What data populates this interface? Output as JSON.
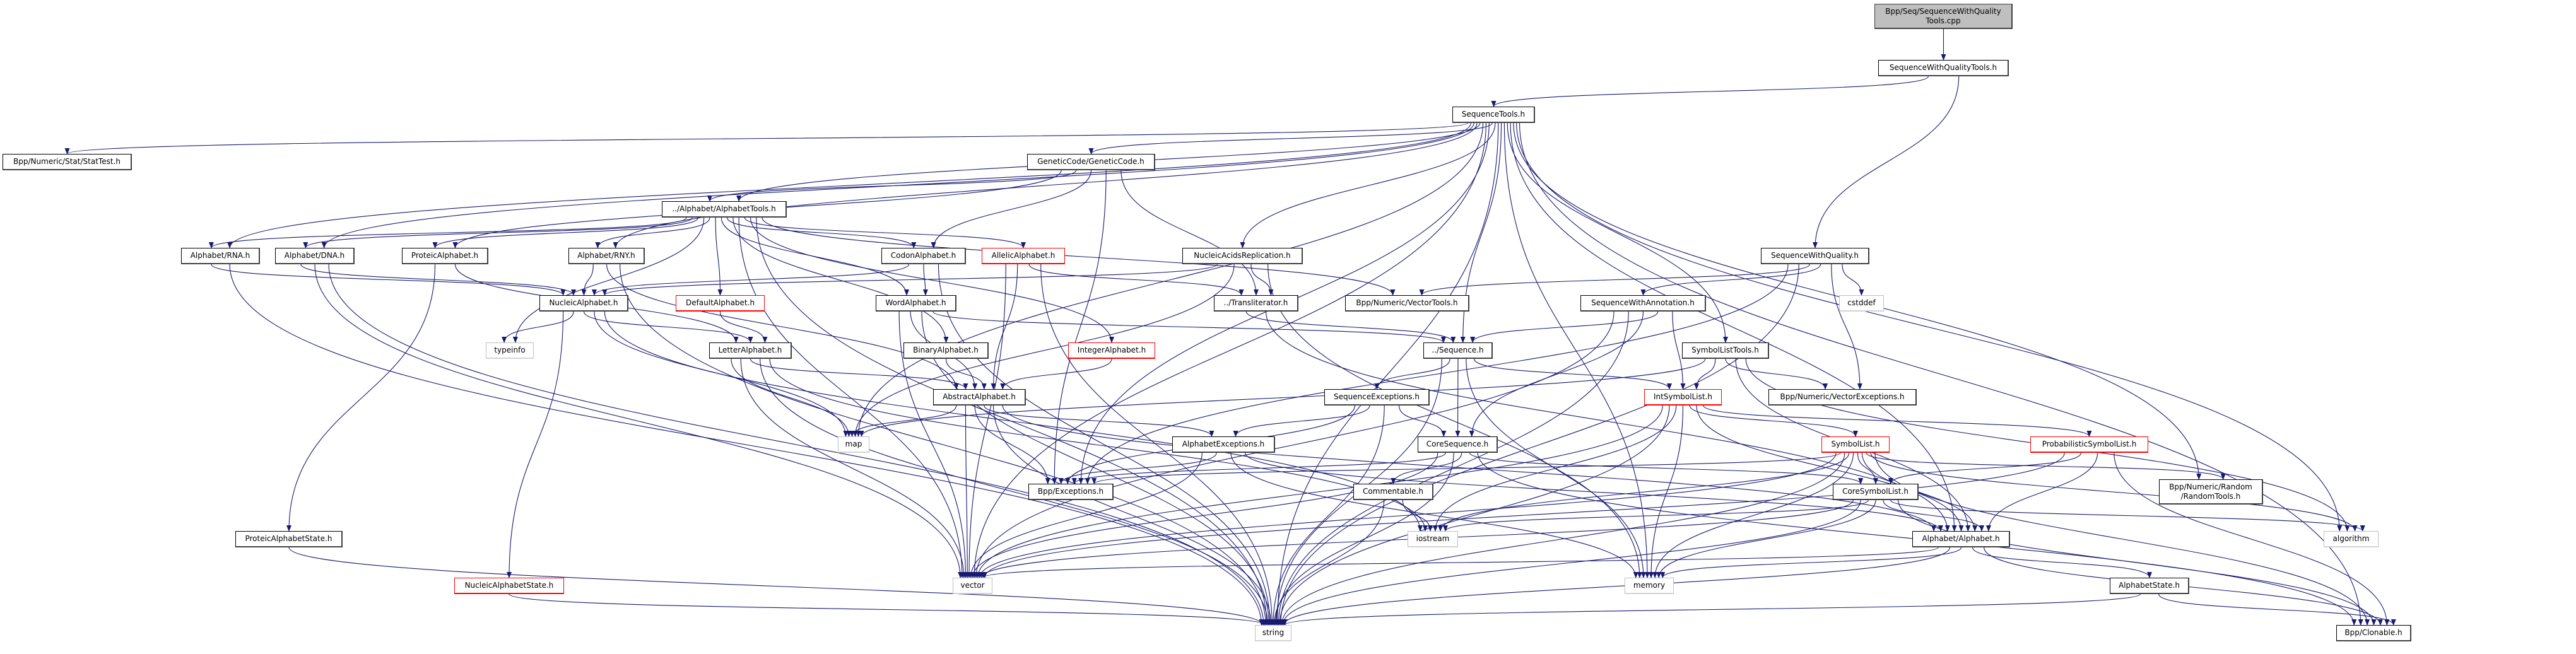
{
  "graph": {
    "edge_color": "#191970",
    "nodes": [
      {
        "id": "root",
        "label": "Bpp/Seq/SequenceWithQuality\nTools.cpp",
        "style": "root"
      },
      {
        "id": "swqt",
        "label": "SequenceWithQualityTools.h",
        "style": "normal"
      },
      {
        "id": "seqtools",
        "label": "SequenceTools.h",
        "style": "normal"
      },
      {
        "id": "stattest",
        "label": "Bpp/Numeric/Stat/StatTest.h",
        "style": "normal"
      },
      {
        "id": "gencode",
        "label": "GeneticCode/GeneticCode.h",
        "style": "normal"
      },
      {
        "id": "alphtools",
        "label": "../Alphabet/AlphabetTools.h",
        "style": "normal"
      },
      {
        "id": "rna",
        "label": "Alphabet/RNA.h",
        "style": "normal"
      },
      {
        "id": "dna",
        "label": "Alphabet/DNA.h",
        "style": "normal"
      },
      {
        "id": "proteic",
        "label": "ProteicAlphabet.h",
        "style": "normal"
      },
      {
        "id": "rny",
        "label": "Alphabet/RNY.h",
        "style": "normal"
      },
      {
        "id": "codon",
        "label": "CodonAlphabet.h",
        "style": "normal"
      },
      {
        "id": "allelic",
        "label": "AllelicAlphabet.h",
        "style": "red"
      },
      {
        "id": "nar",
        "label": "NucleicAcidsReplication.h",
        "style": "normal"
      },
      {
        "id": "swq",
        "label": "SequenceWithQuality.h",
        "style": "normal"
      },
      {
        "id": "nucleic",
        "label": "NucleicAlphabet.h",
        "style": "normal"
      },
      {
        "id": "default",
        "label": "DefaultAlphabet.h",
        "style": "red"
      },
      {
        "id": "word",
        "label": "WordAlphabet.h",
        "style": "normal"
      },
      {
        "id": "translit",
        "label": "../Transliterator.h",
        "style": "normal"
      },
      {
        "id": "vectools",
        "label": "Bpp/Numeric/VectorTools.h",
        "style": "normal"
      },
      {
        "id": "swa",
        "label": "SequenceWithAnnotation.h",
        "style": "normal"
      },
      {
        "id": "cstddef",
        "label": "cstddef",
        "style": "sys"
      },
      {
        "id": "typeinfo",
        "label": "typeinfo",
        "style": "sys"
      },
      {
        "id": "letter",
        "label": "LetterAlphabet.h",
        "style": "normal"
      },
      {
        "id": "binary",
        "label": "BinaryAlphabet.h",
        "style": "normal"
      },
      {
        "id": "integer",
        "label": "IntegerAlphabet.h",
        "style": "red"
      },
      {
        "id": "sequence",
        "label": "../Sequence.h",
        "style": "normal"
      },
      {
        "id": "sltools",
        "label": "SymbolListTools.h",
        "style": "normal"
      },
      {
        "id": "abstract",
        "label": "AbstractAlphabet.h",
        "style": "normal"
      },
      {
        "id": "seqexc",
        "label": "SequenceExceptions.h",
        "style": "normal"
      },
      {
        "id": "intsl",
        "label": "IntSymbolList.h",
        "style": "red"
      },
      {
        "id": "vecexc",
        "label": "Bpp/Numeric/VectorExceptions.h",
        "style": "normal"
      },
      {
        "id": "map",
        "label": "map",
        "style": "sys"
      },
      {
        "id": "alphexc",
        "label": "AlphabetExceptions.h",
        "style": "normal"
      },
      {
        "id": "coreseq",
        "label": "CoreSequence.h",
        "style": "normal"
      },
      {
        "id": "symlist",
        "label": "SymbolList.h",
        "style": "red"
      },
      {
        "id": "probsl",
        "label": "ProbabilisticSymbolList.h",
        "style": "red"
      },
      {
        "id": "exceptions",
        "label": "Bpp/Exceptions.h",
        "style": "normal"
      },
      {
        "id": "comment",
        "label": "Commentable.h",
        "style": "normal"
      },
      {
        "id": "coresl",
        "label": "CoreSymbolList.h",
        "style": "normal"
      },
      {
        "id": "random",
        "label": "Bpp/Numeric/Random\n/RandomTools.h",
        "style": "normal"
      },
      {
        "id": "pastate",
        "label": "ProteicAlphabetState.h",
        "style": "normal"
      },
      {
        "id": "iostream",
        "label": "iostream",
        "style": "sys"
      },
      {
        "id": "alphabet",
        "label": "Alphabet/Alphabet.h",
        "style": "normal"
      },
      {
        "id": "algorithm",
        "label": "algorithm",
        "style": "sys"
      },
      {
        "id": "nastate",
        "label": "NucleicAlphabetState.h",
        "style": "red"
      },
      {
        "id": "vector",
        "label": "vector",
        "style": "sys"
      },
      {
        "id": "memory",
        "label": "memory",
        "style": "sys"
      },
      {
        "id": "astate",
        "label": "AlphabetState.h",
        "style": "normal"
      },
      {
        "id": "string",
        "label": "string",
        "style": "sys"
      },
      {
        "id": "clonable",
        "label": "Bpp/Clonable.h",
        "style": "normal"
      }
    ],
    "edges": [
      [
        "root",
        "swqt"
      ],
      [
        "swqt",
        "seqtools"
      ],
      [
        "swqt",
        "swq"
      ],
      [
        "seqtools",
        "stattest"
      ],
      [
        "seqtools",
        "rna"
      ],
      [
        "seqtools",
        "dna"
      ],
      [
        "seqtools",
        "rny"
      ],
      [
        "seqtools",
        "gencode"
      ],
      [
        "seqtools",
        "alphtools"
      ],
      [
        "seqtools",
        "nar"
      ],
      [
        "seqtools",
        "sequence"
      ],
      [
        "seqtools",
        "sltools"
      ],
      [
        "seqtools",
        "random"
      ],
      [
        "seqtools",
        "alphabet"
      ],
      [
        "seqtools",
        "algorithm"
      ],
      [
        "seqtools",
        "string"
      ],
      [
        "seqtools",
        "vector"
      ],
      [
        "seqtools",
        "map"
      ],
      [
        "seqtools",
        "memory"
      ],
      [
        "seqtools",
        "exceptions"
      ],
      [
        "seqtools",
        "clonable"
      ],
      [
        "gencode",
        "alphtools"
      ],
      [
        "gencode",
        "proteic"
      ],
      [
        "gencode",
        "codon"
      ],
      [
        "gencode",
        "translit"
      ],
      [
        "gencode",
        "exceptions"
      ],
      [
        "alphtools",
        "rna"
      ],
      [
        "alphtools",
        "dna"
      ],
      [
        "alphtools",
        "proteic"
      ],
      [
        "alphtools",
        "rny"
      ],
      [
        "alphtools",
        "codon"
      ],
      [
        "alphtools",
        "allelic"
      ],
      [
        "alphtools",
        "default"
      ],
      [
        "alphtools",
        "word"
      ],
      [
        "alphtools",
        "binary"
      ],
      [
        "alphtools",
        "integer"
      ],
      [
        "alphtools",
        "typeinfo"
      ],
      [
        "alphtools",
        "vectools"
      ],
      [
        "alphtools",
        "string"
      ],
      [
        "alphtools",
        "vector"
      ],
      [
        "rna",
        "nucleic"
      ],
      [
        "rna",
        "string"
      ],
      [
        "dna",
        "nucleic"
      ],
      [
        "dna",
        "string"
      ],
      [
        "dna",
        "vector"
      ],
      [
        "proteic",
        "letter"
      ],
      [
        "proteic",
        "pastate"
      ],
      [
        "rny",
        "nucleic"
      ],
      [
        "rny",
        "abstract"
      ],
      [
        "rny",
        "string"
      ],
      [
        "codon",
        "word"
      ],
      [
        "codon",
        "nucleic"
      ],
      [
        "codon",
        "string"
      ],
      [
        "allelic",
        "abstract"
      ],
      [
        "allelic",
        "translit"
      ],
      [
        "allelic",
        "vector"
      ],
      [
        "allelic",
        "string"
      ],
      [
        "nar",
        "nucleic"
      ],
      [
        "nar",
        "translit"
      ],
      [
        "nar",
        "map"
      ],
      [
        "nar",
        "memory"
      ],
      [
        "swq",
        "vectools"
      ],
      [
        "swq",
        "swa"
      ],
      [
        "swq",
        "cstddef"
      ],
      [
        "swq",
        "vecexc"
      ],
      [
        "swq",
        "string"
      ],
      [
        "swq",
        "exceptions"
      ],
      [
        "nucleic",
        "letter"
      ],
      [
        "nucleic",
        "typeinfo"
      ],
      [
        "nucleic",
        "nastate"
      ],
      [
        "nucleic",
        "map"
      ],
      [
        "nucleic",
        "iostream"
      ],
      [
        "default",
        "letter"
      ],
      [
        "word",
        "abstract"
      ],
      [
        "word",
        "sequence"
      ],
      [
        "word",
        "string"
      ],
      [
        "word",
        "vector"
      ],
      [
        "translit",
        "sequence"
      ],
      [
        "translit",
        "alphabet"
      ],
      [
        "swa",
        "sequence"
      ],
      [
        "swa",
        "intsl"
      ],
      [
        "swa",
        "coreseq"
      ],
      [
        "swa",
        "vector"
      ],
      [
        "swa",
        "string"
      ],
      [
        "sequence",
        "seqexc"
      ],
      [
        "sequence",
        "coreseq"
      ],
      [
        "sequence",
        "intsl"
      ],
      [
        "sequence",
        "string"
      ],
      [
        "sequence",
        "memory"
      ],
      [
        "sltools",
        "intsl"
      ],
      [
        "sltools",
        "vecexc"
      ],
      [
        "sltools",
        "alphabet"
      ],
      [
        "sltools",
        "map"
      ],
      [
        "sltools",
        "algorithm"
      ],
      [
        "letter",
        "abstract"
      ],
      [
        "letter",
        "map"
      ],
      [
        "letter",
        "string"
      ],
      [
        "letter",
        "vector"
      ],
      [
        "letter",
        "iostream"
      ],
      [
        "binary",
        "abstract"
      ],
      [
        "integer",
        "abstract"
      ],
      [
        "abstract",
        "alphabet"
      ],
      [
        "abstract",
        "alphexc"
      ],
      [
        "abstract",
        "exceptions"
      ],
      [
        "abstract",
        "map"
      ],
      [
        "abstract",
        "vector"
      ],
      [
        "abstract",
        "string"
      ],
      [
        "seqexc",
        "alphexc"
      ],
      [
        "seqexc",
        "coreseq"
      ],
      [
        "seqexc",
        "exceptions"
      ],
      [
        "seqexc",
        "string"
      ],
      [
        "intsl",
        "symlist"
      ],
      [
        "intsl",
        "probsl"
      ],
      [
        "intsl",
        "alphabet"
      ],
      [
        "intsl",
        "vector"
      ],
      [
        "intsl",
        "string"
      ],
      [
        "intsl",
        "iostream"
      ],
      [
        "intsl",
        "memory"
      ],
      [
        "alphexc",
        "exceptions"
      ],
      [
        "alphexc",
        "alphabet"
      ],
      [
        "alphexc",
        "vector"
      ],
      [
        "alphexc",
        "memory"
      ],
      [
        "coreseq",
        "comment"
      ],
      [
        "coreseq",
        "coresl"
      ],
      [
        "coreseq",
        "exceptions"
      ],
      [
        "coreseq",
        "string"
      ],
      [
        "coreseq",
        "vector"
      ],
      [
        "coreseq",
        "clonable"
      ],
      [
        "symlist",
        "coresl"
      ],
      [
        "symlist",
        "alphabet"
      ],
      [
        "symlist",
        "random"
      ],
      [
        "symlist",
        "algorithm"
      ],
      [
        "symlist",
        "iostream"
      ],
      [
        "symlist",
        "vector"
      ],
      [
        "symlist",
        "string"
      ],
      [
        "symlist",
        "clonable"
      ],
      [
        "symlist",
        "memory"
      ],
      [
        "symlist",
        "exceptions"
      ],
      [
        "probsl",
        "coresl"
      ],
      [
        "probsl",
        "alphabet"
      ],
      [
        "probsl",
        "clonable"
      ],
      [
        "probsl",
        "vector"
      ],
      [
        "comment",
        "iostream"
      ],
      [
        "comment",
        "string"
      ],
      [
        "coresl",
        "alphabet"
      ],
      [
        "coresl",
        "algorithm"
      ],
      [
        "coresl",
        "iostream"
      ],
      [
        "coresl",
        "vector"
      ],
      [
        "coresl",
        "string"
      ],
      [
        "coresl",
        "memory"
      ],
      [
        "coresl",
        "clonable"
      ],
      [
        "alphabet",
        "astate"
      ],
      [
        "alphabet",
        "clonable"
      ],
      [
        "alphabet",
        "string"
      ],
      [
        "alphabet",
        "vector"
      ],
      [
        "alphabet",
        "memory"
      ],
      [
        "astate",
        "clonable"
      ],
      [
        "astate",
        "string"
      ],
      [
        "pastate",
        "string"
      ],
      [
        "nastate",
        "string"
      ]
    ]
  }
}
